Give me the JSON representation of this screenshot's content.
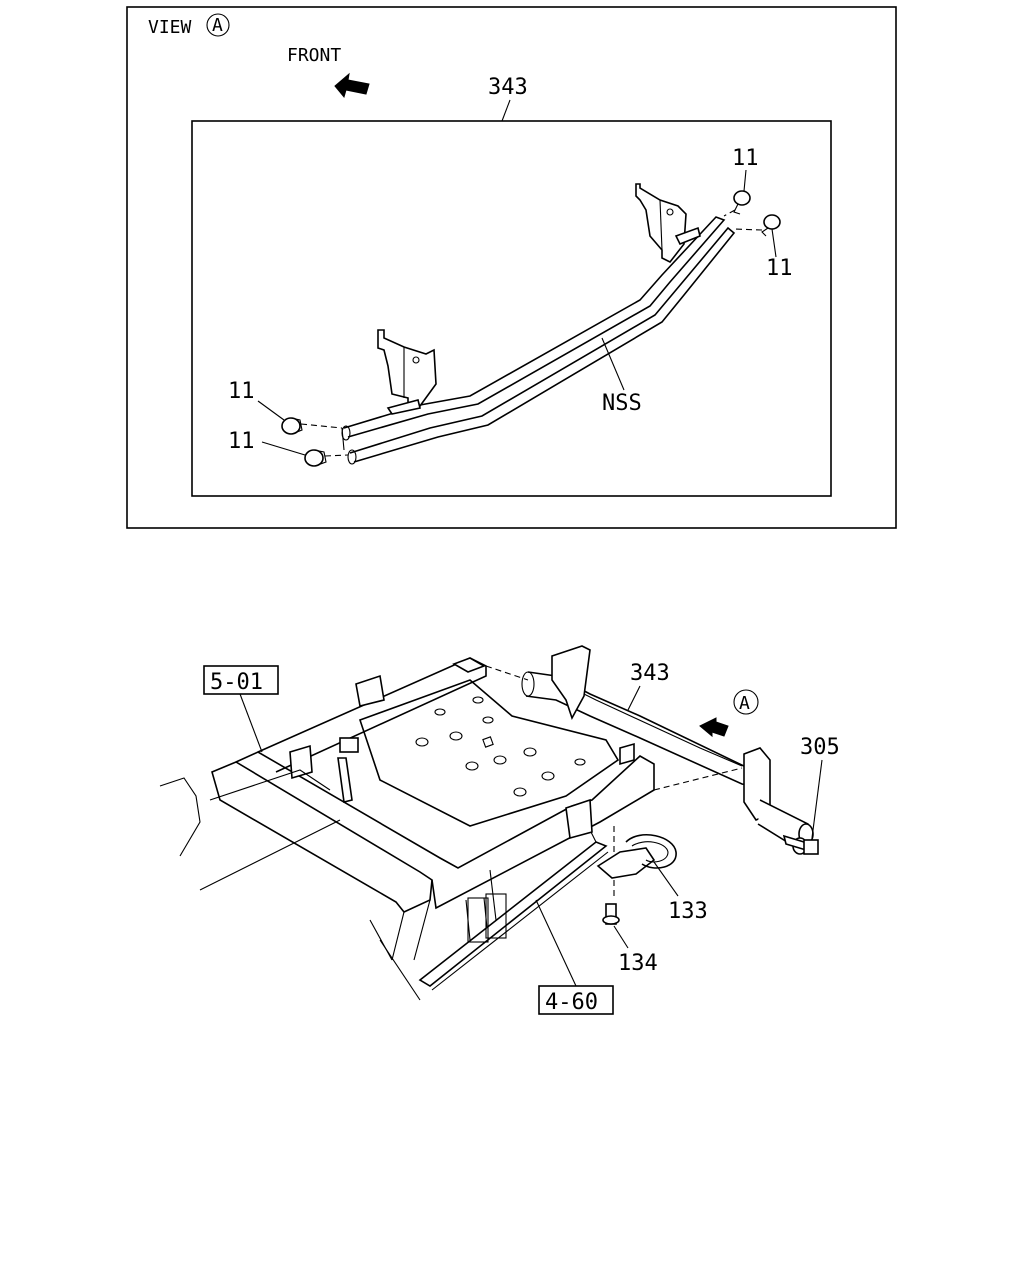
{
  "view": {
    "prefix": "VIEW",
    "letter": "A",
    "front_label": "FRONT"
  },
  "top_callouts": {
    "assembly": "343",
    "cap_top_a": "11",
    "cap_top_b": "11",
    "cap_left_a": "11",
    "cap_left_b": "11",
    "nss": "NSS"
  },
  "bottom_callouts": {
    "ref_frame": "5-01",
    "ref_spring": "4-60",
    "assembly": "343",
    "view_marker": "A",
    "bolt": "305",
    "hook": "133",
    "hook_bolt": "134"
  },
  "colors": {
    "line": "#000000",
    "background": "#ffffff"
  }
}
